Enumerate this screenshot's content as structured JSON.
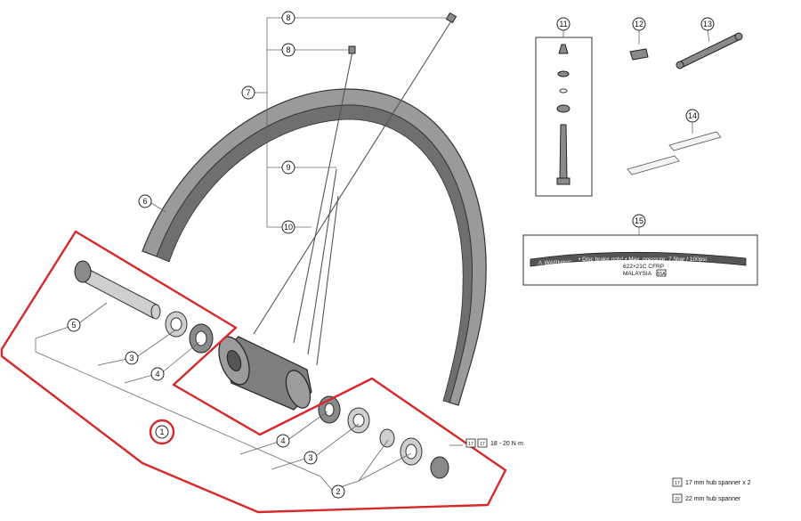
{
  "callouts": {
    "c1": "1",
    "c2": "2",
    "c3a": "3",
    "c3b": "3",
    "c4a": "4",
    "c4b": "4",
    "c5": "5",
    "c6": "6",
    "c7": "7",
    "c8a": "8",
    "c8b": "8",
    "c9": "9",
    "c10": "10",
    "c11": "11",
    "c12": "12",
    "c13": "13",
    "c14": "14",
    "c15": "15"
  },
  "torque": {
    "spanner_a": "17",
    "spanner_b": "17",
    "value": "18 - 20 N·m"
  },
  "legend": [
    {
      "icon": "17",
      "text": "17 mm hub spanner x 2"
    },
    {
      "icon": "22",
      "text": "22 mm hub spanner"
    }
  ],
  "rim_strip": {
    "warning": "⚠ WARNING",
    "disc_text": "• Disc brake only! • Max. pressure: 7.5bar / 100psi",
    "size_text": "622×21C  CFRP",
    "origin_text": "MALAYSIA",
    "badge": "55A"
  },
  "colors": {
    "highlight": "#d62a2a",
    "rim": "#8c8c8c"
  }
}
